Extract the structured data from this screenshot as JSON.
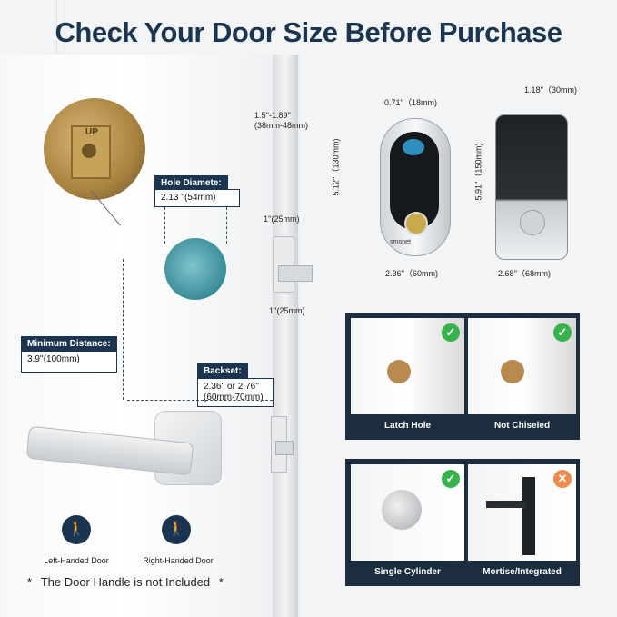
{
  "title": "Check Your Door Size Before Purchase",
  "hole_diameter": {
    "label": "Hole Diamete:",
    "value": "2.13 ''(54mm)"
  },
  "minimum_distance": {
    "label": "Minimum Distance:",
    "value": "3.9''(100mm)"
  },
  "backset": {
    "label": "Backset:",
    "value_line1": "2.36'' or 2.76''",
    "value_line2": "(60mm-70mm)"
  },
  "thickness": {
    "line1": "1.5''-1.89''",
    "line2": "(38mm-48mm)"
  },
  "latch_top": "1''(25mm)",
  "latch_bottom": "1''(25mm)",
  "front_unit": {
    "depth": "0.71''（18mm)",
    "height": "5.12''（130mm)",
    "width": "2.36''（60mm)",
    "brand": "smonet"
  },
  "back_unit": {
    "depth": "1.18''（30mm)",
    "height": "5.91''（150mm)",
    "width": "2.68''（68mm)"
  },
  "strike_label": "UP",
  "panels": [
    {
      "label": "Latch Hole",
      "status": "check"
    },
    {
      "label": "Not Chiseled",
      "status": "check"
    },
    {
      "label": "Single Cylinder",
      "status": "check"
    },
    {
      "label": "Mortise/Integrated",
      "status": "x"
    }
  ],
  "handed": {
    "left": "Left-Handed Door",
    "right": "Right-Handed Door"
  },
  "footnote": "The Door Handle is not Included",
  "footnote_star": "*",
  "colors": {
    "navy": "#1b3550",
    "check": "#37b24d",
    "x": "#f08a4b"
  }
}
